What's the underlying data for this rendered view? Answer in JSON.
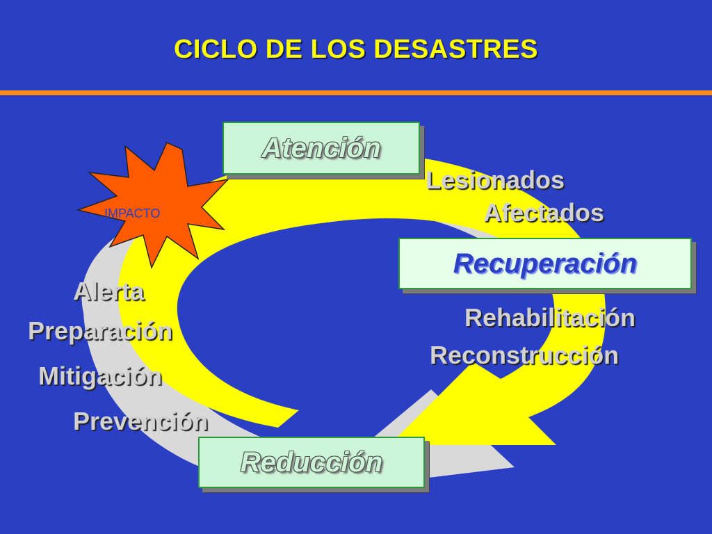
{
  "title": "CICLO DE LOS DESASTRES",
  "impact": "IMPACTO",
  "phases": {
    "atencion": "Atención",
    "recuperacion": "Recuperación",
    "reduccion": "Reducción"
  },
  "labels": {
    "lesionados": "Lesionados",
    "afectados": "Afectados",
    "rehabilitacion": "Rehabilitación",
    "reconstruccion": "Reconstrucción",
    "alerta": "Alerta",
    "preparacion": "Preparación",
    "mitigacion": "Mitigación",
    "prevencion": "Prevención"
  },
  "colors": {
    "background": "#2a3fc4",
    "title": "#ffff00",
    "rule": "#ff8c1a",
    "ring_yellow": "#ffff00",
    "ring_gray": "#d9d9d9",
    "burst": "#ff5a00"
  }
}
